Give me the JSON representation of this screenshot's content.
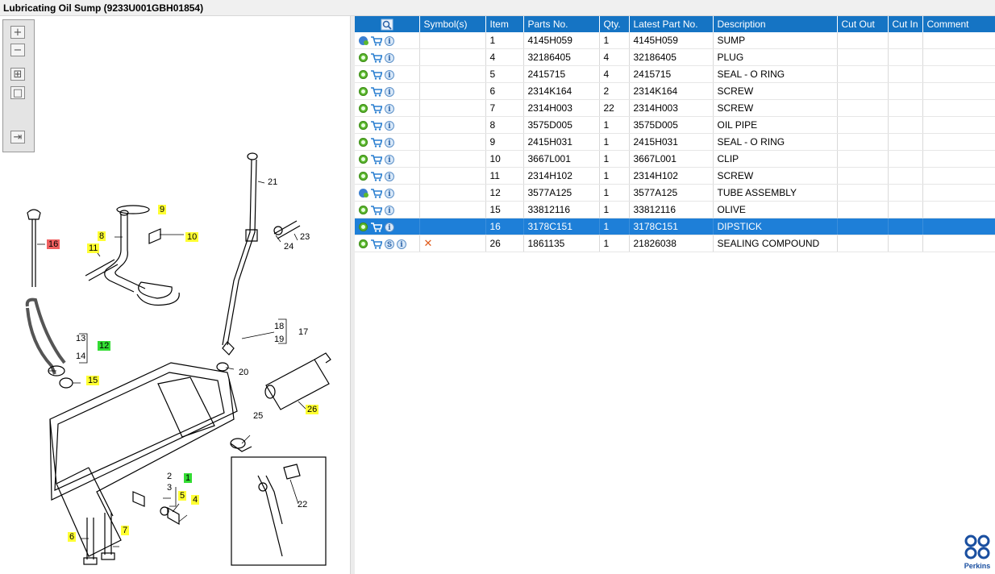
{
  "window": {
    "title": "Lubricating Oil Sump (9233U001GBH01854)"
  },
  "toolbox": {
    "buttons": [
      {
        "name": "zoom-in-button",
        "glyph": "+"
      },
      {
        "name": "zoom-out-button",
        "glyph": "−"
      },
      {
        "name": "fit-page-button",
        "glyph": "⊞"
      },
      {
        "name": "actual-size-button",
        "glyph": "□"
      },
      {
        "name": "export-button",
        "glyph": "⇥"
      }
    ]
  },
  "callouts": [
    {
      "num": "16",
      "style": "r"
    },
    {
      "num": "9",
      "style": "y"
    },
    {
      "num": "8",
      "style": "y"
    },
    {
      "num": "10",
      "style": "y"
    },
    {
      "num": "11",
      "style": "y"
    },
    {
      "num": "21",
      "style": "plain"
    },
    {
      "num": "23",
      "style": "plain"
    },
    {
      "num": "24",
      "style": "plain"
    },
    {
      "num": "13",
      "style": "plain"
    },
    {
      "num": "14",
      "style": "plain"
    },
    {
      "num": "12",
      "style": "g"
    },
    {
      "num": "15",
      "style": "y"
    },
    {
      "num": "18",
      "style": "plain"
    },
    {
      "num": "19",
      "style": "plain"
    },
    {
      "num": "17",
      "style": "plain"
    },
    {
      "num": "20",
      "style": "plain"
    },
    {
      "num": "26",
      "style": "y"
    },
    {
      "num": "25",
      "style": "plain"
    },
    {
      "num": "2",
      "style": "plain"
    },
    {
      "num": "3",
      "style": "plain"
    },
    {
      "num": "1",
      "style": "g"
    },
    {
      "num": "5",
      "style": "y"
    },
    {
      "num": "4",
      "style": "y"
    },
    {
      "num": "6",
      "style": "y"
    },
    {
      "num": "7",
      "style": "y"
    },
    {
      "num": "22",
      "style": "plain"
    }
  ],
  "table": {
    "headers": [
      "",
      "Symbol(s)",
      "Item",
      "Parts No.",
      "Qty.",
      "Latest Part No.",
      "Description",
      "Cut Out",
      "Cut In",
      "Comment"
    ],
    "rows": [
      {
        "gear": "blue",
        "service": false,
        "symbol": "",
        "item": "1",
        "part": "4145H059",
        "qty": "1",
        "latest": "4145H059",
        "desc": "SUMP",
        "selected": false
      },
      {
        "gear": "green",
        "service": false,
        "symbol": "",
        "item": "4",
        "part": "32186405",
        "qty": "4",
        "latest": "32186405",
        "desc": "PLUG",
        "selected": false
      },
      {
        "gear": "green",
        "service": false,
        "symbol": "",
        "item": "5",
        "part": "2415715",
        "qty": "4",
        "latest": "2415715",
        "desc": "SEAL - O RING",
        "selected": false
      },
      {
        "gear": "green",
        "service": false,
        "symbol": "",
        "item": "6",
        "part": "2314K164",
        "qty": "2",
        "latest": "2314K164",
        "desc": "SCREW",
        "selected": false
      },
      {
        "gear": "green",
        "service": false,
        "symbol": "",
        "item": "7",
        "part": "2314H003",
        "qty": "22",
        "latest": "2314H003",
        "desc": "SCREW",
        "selected": false
      },
      {
        "gear": "green",
        "service": false,
        "symbol": "",
        "item": "8",
        "part": "3575D005",
        "qty": "1",
        "latest": "3575D005",
        "desc": "OIL PIPE",
        "selected": false
      },
      {
        "gear": "green",
        "service": false,
        "symbol": "",
        "item": "9",
        "part": "2415H031",
        "qty": "1",
        "latest": "2415H031",
        "desc": "SEAL - O RING",
        "selected": false
      },
      {
        "gear": "green",
        "service": false,
        "symbol": "",
        "item": "10",
        "part": "3667L001",
        "qty": "1",
        "latest": "3667L001",
        "desc": "CLIP",
        "selected": false
      },
      {
        "gear": "green",
        "service": false,
        "symbol": "",
        "item": "11",
        "part": "2314H102",
        "qty": "1",
        "latest": "2314H102",
        "desc": "SCREW",
        "selected": false
      },
      {
        "gear": "blue",
        "service": false,
        "symbol": "",
        "item": "12",
        "part": "3577A125",
        "qty": "1",
        "latest": "3577A125",
        "desc": "TUBE ASSEMBLY",
        "selected": false
      },
      {
        "gear": "green",
        "service": false,
        "symbol": "",
        "item": "15",
        "part": "33812116",
        "qty": "1",
        "latest": "33812116",
        "desc": "OLIVE",
        "selected": false
      },
      {
        "gear": "green",
        "service": false,
        "symbol": "",
        "item": "16",
        "part": "3178C151",
        "qty": "1",
        "latest": "3178C151",
        "desc": "DIPSTICK",
        "selected": true
      },
      {
        "gear": "green",
        "service": true,
        "symbol": "x",
        "item": "26",
        "part": "1861135",
        "qty": "1",
        "latest": "21826038",
        "desc": "SEALING COMPOUND",
        "selected": false
      }
    ]
  },
  "brand": {
    "name": "Perkins",
    "color": "#1a4fa0"
  },
  "colors": {
    "header": "#1574c4",
    "selected_row": "#1e7fd8",
    "callout_yellow": "#ffff33",
    "callout_green": "#33dd33",
    "callout_red": "#f06060"
  }
}
